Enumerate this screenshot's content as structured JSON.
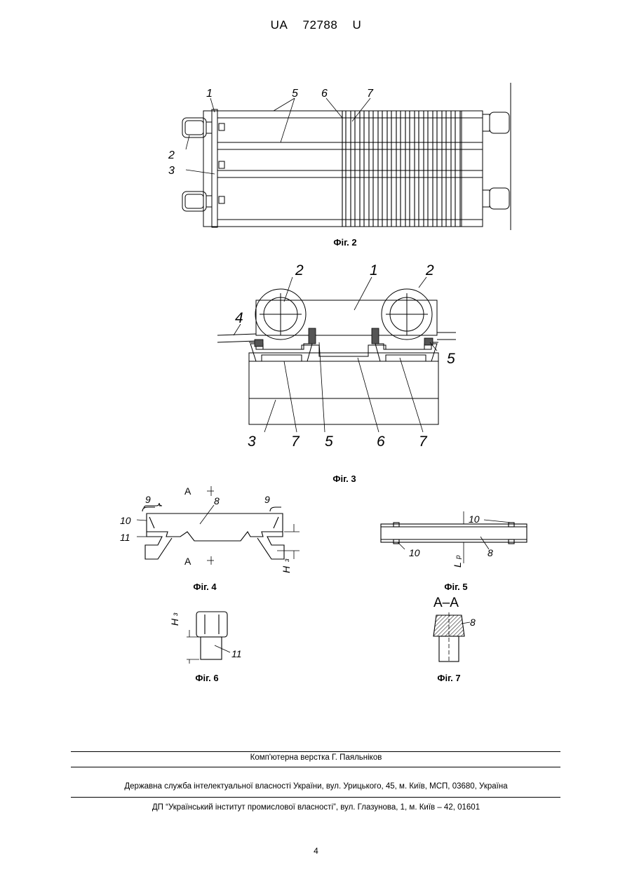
{
  "header": {
    "country": "UA",
    "number": "72788",
    "kind": "U"
  },
  "figures": {
    "fig2": {
      "caption": "Фіг. 2",
      "labels": [
        "1",
        "5",
        "6",
        "7",
        "2",
        "3"
      ]
    },
    "fig3": {
      "caption": "Фіг. 3",
      "labels": [
        "2",
        "1",
        "2",
        "4",
        "5",
        "3",
        "7",
        "5",
        "6",
        "7"
      ]
    },
    "fig4": {
      "caption": "Фіг. 4",
      "labels": [
        "A",
        "9",
        "8",
        "9",
        "10",
        "11",
        "A",
        "H",
        "з"
      ]
    },
    "fig5": {
      "caption": "Фіг. 5",
      "labels": [
        "10",
        "10",
        "L",
        "p",
        "8"
      ]
    },
    "fig6": {
      "caption": "Фіг. 6",
      "labels": [
        "H",
        "з",
        "11"
      ]
    },
    "fig7": {
      "caption": "Фіг. 7",
      "labels": [
        "A–A",
        "8"
      ]
    }
  },
  "footer": {
    "line1": "Комп'ютерна верстка Г. Паяльніков",
    "line2": "Державна служба інтелектуальної власності України, вул. Урицького, 45, м. Київ, МСП, 03680, Україна",
    "line3": "ДП “Український інститут промислової власності”, вул. Глазунова, 1, м. Київ – 42, 01601"
  },
  "page_number": "4"
}
